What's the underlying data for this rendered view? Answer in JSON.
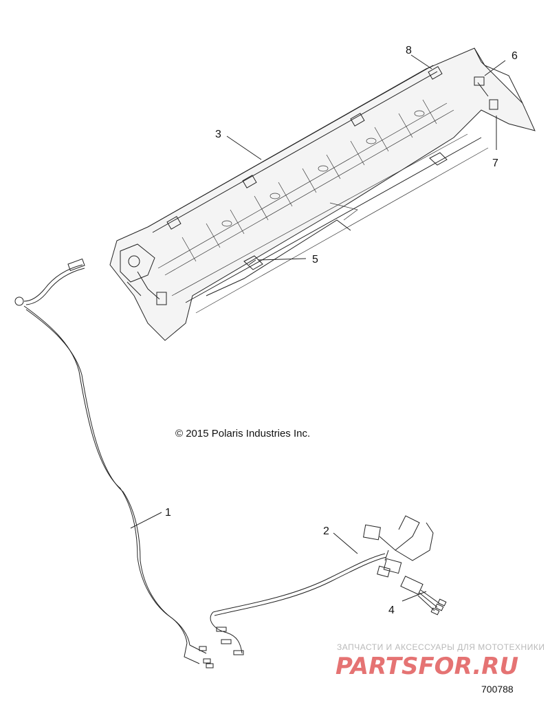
{
  "callouts": [
    {
      "number": "1",
      "part": "wire-harness-long"
    },
    {
      "number": "2",
      "part": "wire-harness-short"
    },
    {
      "number": "3",
      "part": "light-bar-housing"
    },
    {
      "number": "4",
      "part": "connector-pigtail"
    },
    {
      "number": "5",
      "part": "mounting-clip"
    },
    {
      "number": "6",
      "part": "end-bracket"
    },
    {
      "number": "7",
      "part": "end-connector"
    },
    {
      "number": "8",
      "part": "mounting-clip-top"
    }
  ],
  "copyright": "© 2015 Polaris Industries Inc.",
  "drawing_id": "700788",
  "watermark": {
    "subtitle": "ЗАПЧАСТИ И АКСЕССУАРЫ ДЛЯ МОТОТЕХНИКИ",
    "logo_text": "PARTSFOR.RU",
    "logo_color": "#e05a5a"
  },
  "colors": {
    "line": "#222222",
    "background": "#ffffff",
    "panel": "#f4f4f4"
  }
}
